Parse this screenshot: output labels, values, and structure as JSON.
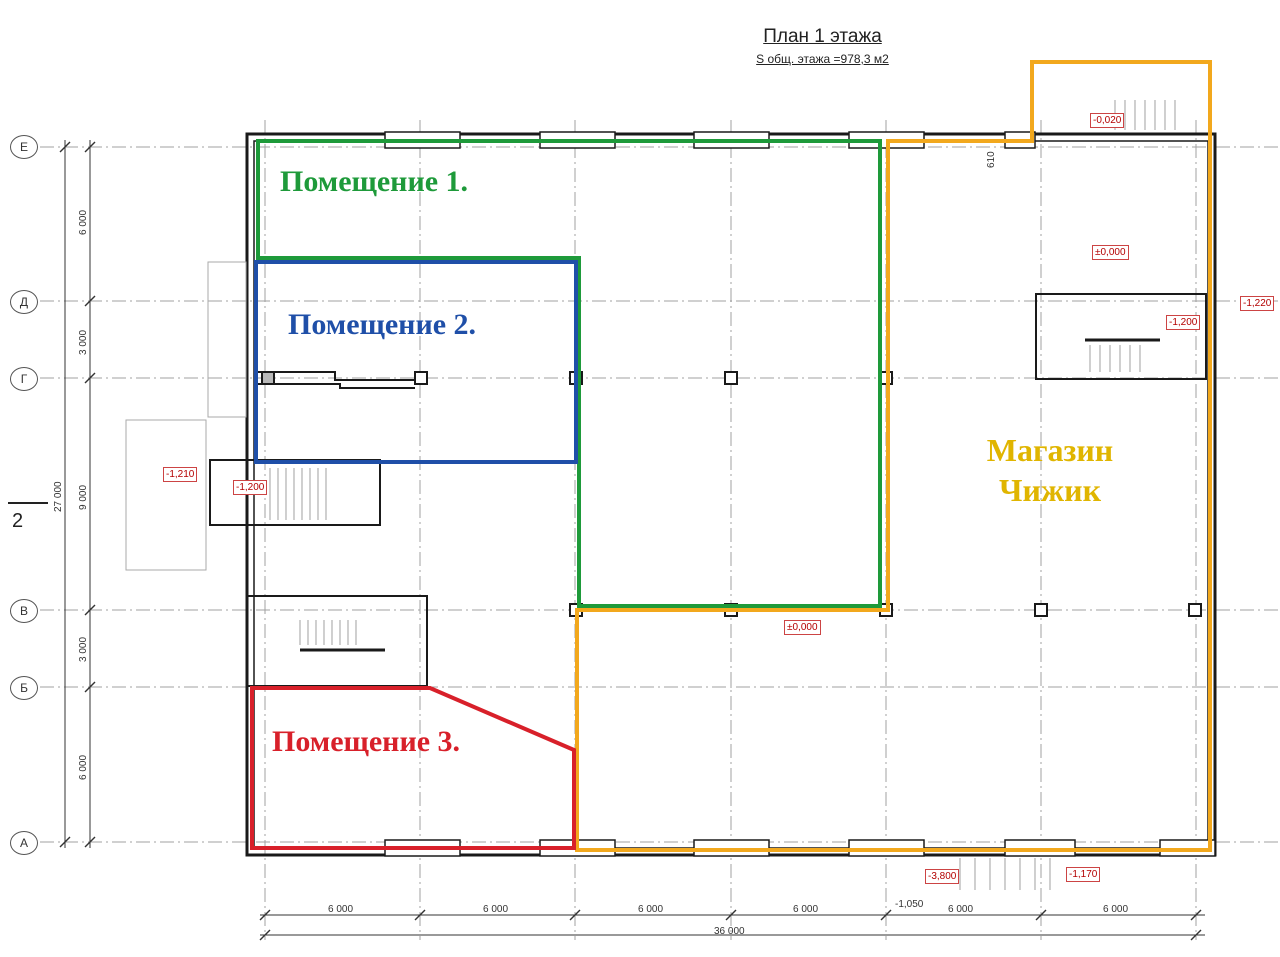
{
  "plan": {
    "title": "План 1 этажа",
    "subtitle": "S общ. этажа =978,3 м2"
  },
  "rooms": {
    "room1": "Помещение 1.",
    "room2": "Помещение 2.",
    "room3": "Помещение 3.",
    "shop_line1": "Магазин",
    "shop_line2": "Чижик"
  },
  "colors": {
    "room1": "#1e9a3a",
    "room2": "#1f4fa8",
    "room3": "#d8202a",
    "shop_outline": "#f2a81d",
    "shop_text": "#e0b500",
    "walls": "#1a1a1a",
    "grid": "#9a9a9a"
  },
  "axes": {
    "rows": [
      "Е",
      "Д",
      "Г",
      "В",
      "Б",
      "А"
    ],
    "section": "2"
  },
  "dimensions": {
    "vertical": [
      "6 000",
      "3 000",
      "9 000",
      "3 000",
      "6 000"
    ],
    "vertical_total": "27 000",
    "horizontal": [
      "6 000",
      "6 000",
      "6 000",
      "6 000",
      "6 000",
      "6 000"
    ],
    "horizontal_total": "36 000",
    "marker_610": "610"
  },
  "elevations": {
    "e1": "-0,020",
    "e2": "±0,000",
    "e3": "-1,220",
    "e4": "-1,200",
    "e5": "-1,210",
    "e6": "-1,200",
    "e7": "±0,000",
    "e8": "-3,800",
    "e9": "-1,170",
    "e10": "-1,050"
  }
}
